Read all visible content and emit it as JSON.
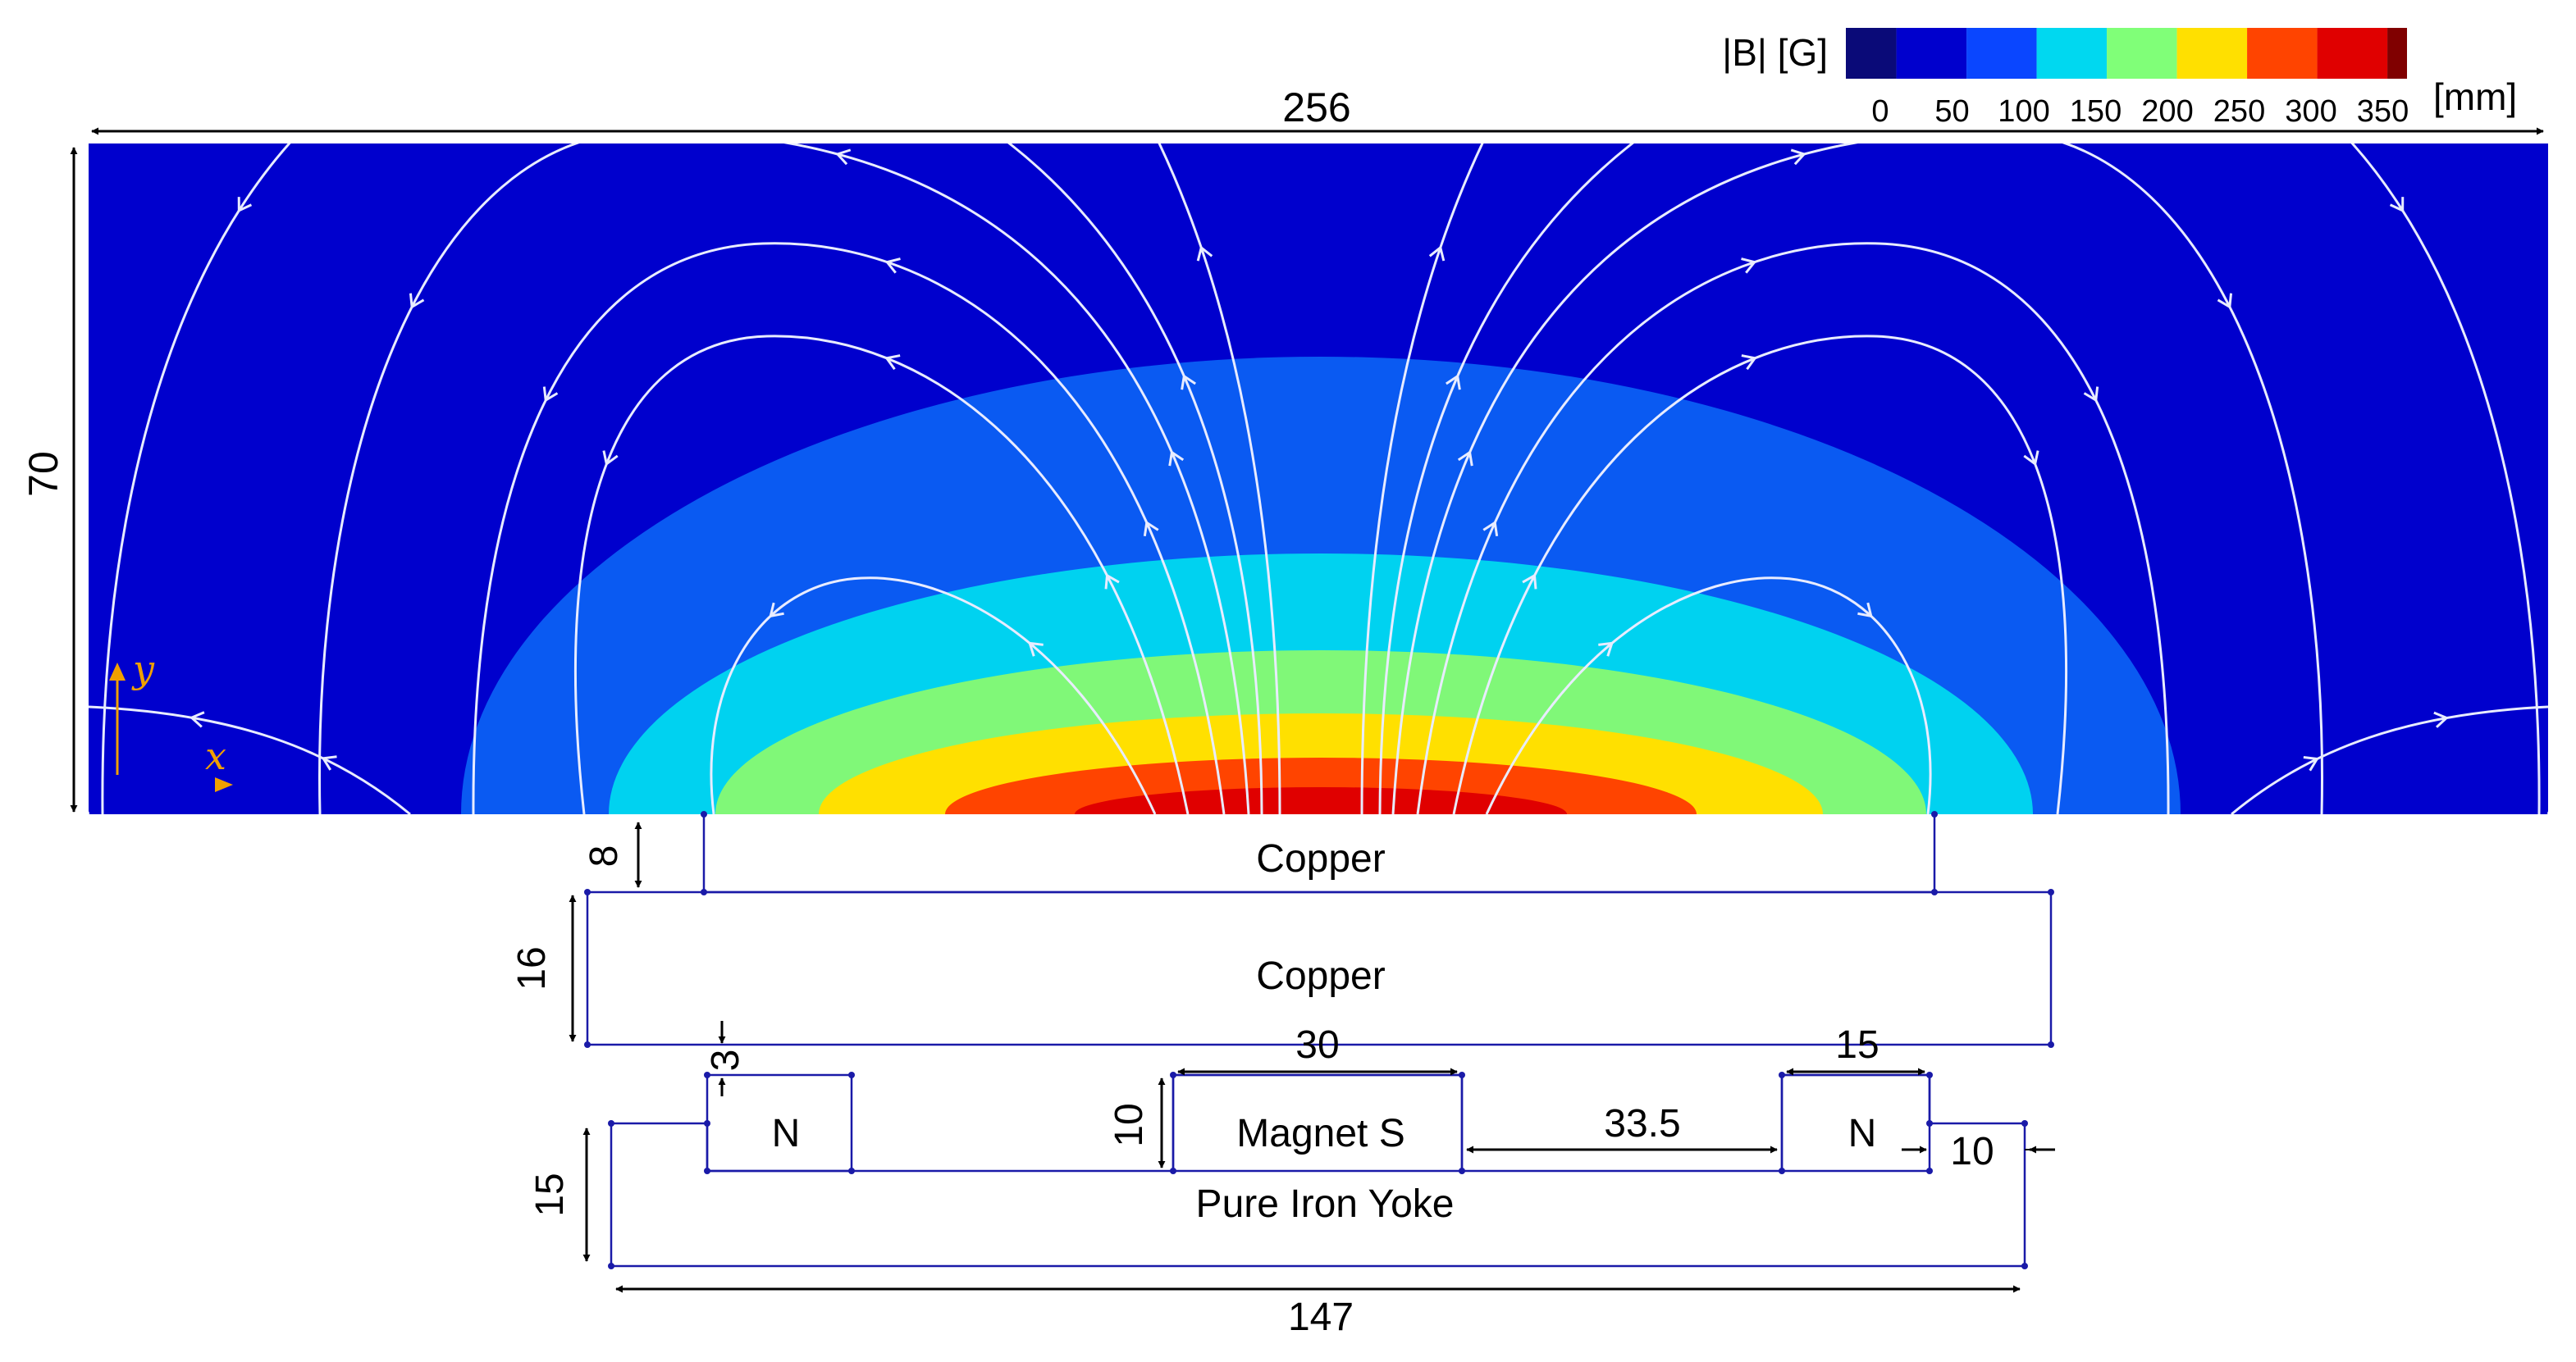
{
  "colorbar": {
    "title": "|B| [G]",
    "unit": "[mm]",
    "ticks": [
      "0",
      "50",
      "100",
      "150",
      "200",
      "250",
      "300",
      "350"
    ],
    "colors": [
      "#0a0a78",
      "#0000cd",
      "#0a46ff",
      "#00d8f0",
      "#80ff78",
      "#ffe000",
      "#ff4400",
      "#e00000",
      "#800000"
    ]
  },
  "field": {
    "band_colors": [
      "#0000cd",
      "#0a5af2",
      "#00d2f0",
      "#80f878",
      "#ffe000",
      "#ff4400",
      "#e00000"
    ],
    "streamline_color": "#e8ecff",
    "axis_color": "#f0a000"
  },
  "axes": {
    "x": "x",
    "y": "y"
  },
  "dimensions": {
    "width": "256",
    "height": "70",
    "copper_gap": "8",
    "copper_thickness": "16",
    "gap_3": "3",
    "magnet_width": "30",
    "pole_width": "15",
    "magnet_height": "10",
    "magnet_spacing": "33.5",
    "yoke_step": "10",
    "yoke_height": "15",
    "yoke_length": "147"
  },
  "labels": {
    "copper_top": "Copper",
    "copper_bottom": "Copper",
    "north_left": "N",
    "magnet_s": "Magnet S",
    "north_right": "N",
    "yoke": "Pure Iron Yoke"
  },
  "outline_color": "#1a1aa8"
}
